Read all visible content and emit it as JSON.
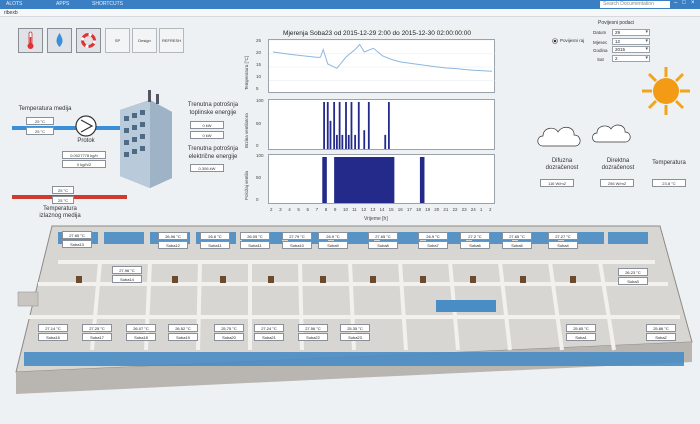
{
  "window": {
    "menu": [
      "ALOTS",
      "APPS",
      "SHORTCUTS"
    ],
    "search_placeholder": "Search Documentation",
    "subtitle": "ribexb"
  },
  "toolbar": {
    "icons": [
      "thermometer-icon",
      "water-drop-icon",
      "lifebuoy-icon"
    ],
    "buttons": [
      "SP",
      "Design",
      "REFRESH"
    ]
  },
  "heating": {
    "temp_medija_label": "Temperatura medija",
    "temp_medija_values": [
      "25 °C",
      "25 °C"
    ],
    "protok_label": "Protok",
    "protok_values": [
      "0.0027778 kg/h",
      "0 kg/h/2"
    ],
    "toplinska_label": [
      "Trenutna potrošnja",
      "toplinske energije"
    ],
    "toplinska_values": [
      "0 kW",
      "0 kW"
    ],
    "elektricna_label": [
      "Trenutna potrošnja",
      "električne energije"
    ],
    "elektricna_value": "0.306 kW",
    "izlaz_label": [
      "Temperatura",
      "izlaznog medija"
    ],
    "izlaz_values": [
      "25 °C",
      "25 °C"
    ]
  },
  "chart_data": {
    "type": "line",
    "title": "Mjerenja Soba23 od 2015-12-29 2:00 do 2015-12-30 02:00:00:00",
    "xlabel": "Vrijeme [h]",
    "x_ticks": [
      "2",
      "3",
      "4",
      "5",
      "6",
      "7",
      "8",
      "9",
      "10",
      "11",
      "12",
      "13",
      "14",
      "15",
      "16",
      "17",
      "18",
      "19",
      "20",
      "21",
      "22",
      "23",
      "24",
      "1",
      "2"
    ],
    "panels": [
      {
        "ylabel": "Temperatura [°C]",
        "ylim": [
          5,
          25
        ],
        "y_ticks": [
          "25",
          "20",
          "15",
          "10",
          "5"
        ],
        "series": [
          {
            "x": [
              0,
              1,
              2,
              3,
              4,
              5,
              5.2,
              5.5,
              6,
              7,
              8,
              9,
              9.5,
              10,
              11,
              12,
              13,
              14,
              15,
              16,
              17,
              18,
              19,
              20,
              21,
              22,
              23,
              24
            ],
            "values": [
              21,
              20.5,
              20,
              19.6,
              19.2,
              18.8,
              19,
              22,
              16.2,
              14.5,
              19,
              22,
              24,
              21,
              22.5,
              19.5,
              18,
              17,
              16.5,
              16,
              15.5,
              15,
              14.6,
              14.4,
              14,
              13.7,
              13.5,
              13.3
            ]
          }
        ]
      },
      {
        "ylabel": "Brzina ventilatora",
        "ylim": [
          0,
          100
        ],
        "y_ticks": [
          "100",
          "50",
          "0"
        ],
        "series": [
          {
            "type": "bar",
            "x": [
              5.6,
              6,
              6.3,
              6.7,
              7,
              7.3,
              7.6,
              8,
              8.3,
              8.6,
              9,
              9.4,
              10,
              10.5,
              12.3,
              12.7
            ],
            "values": [
              100,
              100,
              60,
              100,
              30,
              100,
              30,
              100,
              30,
              100,
              30,
              100,
              40,
              100,
              30,
              100
            ]
          }
        ]
      },
      {
        "ylabel": "Položaj ventila",
        "ylim": [
          0,
          100
        ],
        "y_ticks": [
          "100",
          "50",
          "0"
        ],
        "series": [
          {
            "type": "bar",
            "spans": [
              [
                5.4,
                5.9
              ],
              [
                6.7,
                13.3
              ],
              [
                16.1,
                16.6
              ]
            ],
            "values": [
              100,
              100,
              100
            ]
          }
        ]
      }
    ]
  },
  "date_form": {
    "title": "Povijesni podaci",
    "radio_label": "Povijesni raj",
    "fields": [
      {
        "label": "Datum",
        "value": "29"
      },
      {
        "label": "Mjesec",
        "value": "12"
      },
      {
        "label": "Godina",
        "value": "2015"
      },
      {
        "label": "Sat",
        "value": "2"
      }
    ]
  },
  "solar": {
    "difuzna_label": [
      "Difuzna",
      "dozračenost"
    ],
    "difuzna_value": "116 W/m2",
    "direktna_label": [
      "Direktna",
      "dozračenost"
    ],
    "direktna_value": "256 W/m2",
    "temperatura_label": "Temperatura",
    "temperatura_value": "23.8 °C"
  },
  "rooms_top": [
    {
      "temp": "27.65 °C",
      "name": "Soba13"
    },
    {
      "temp": "26.96 °C",
      "name": "Soba12"
    },
    {
      "temp": "26.6 °C",
      "name": "Soba11"
    },
    {
      "temp": "26.09 °C",
      "name": "Soba11"
    },
    {
      "temp": "27.79 °C",
      "name": "Soba10"
    },
    {
      "temp": "26.9 °C",
      "name": "Soba9"
    },
    {
      "temp": "27.65 °C",
      "name": "Soba8"
    },
    {
      "temp": "26.9 °C",
      "name": "Soba7"
    },
    {
      "temp": "27.2 °C",
      "name": "Soba6"
    },
    {
      "temp": "27.65 °C",
      "name": "Soba5"
    },
    {
      "temp": "27.27 °C",
      "name": "Soba4"
    }
  ],
  "rooms_mid": [
    {
      "temp": "27.96 °C",
      "name": "Soba14"
    },
    {
      "temp": "26.23 °C",
      "name": "Soba3"
    }
  ],
  "rooms_bottom": [
    {
      "temp": "27.14 °C",
      "name": "Soba16"
    },
    {
      "temp": "27.25 °C",
      "name": "Soba17"
    },
    {
      "temp": "26.07 °C",
      "name": "Soba18"
    },
    {
      "temp": "26.52 °C",
      "name": "Soba19"
    },
    {
      "temp": "25.75 °C",
      "name": "Soba20"
    },
    {
      "temp": "27.24 °C",
      "name": "Soba21"
    },
    {
      "temp": "27.56 °C",
      "name": "Soba22"
    },
    {
      "temp": "25.35 °C",
      "name": "Soba23"
    },
    {
      "temp": "25.65 °C",
      "name": "Soba1"
    },
    {
      "temp": "25.86 °C",
      "name": "Soba2"
    }
  ]
}
